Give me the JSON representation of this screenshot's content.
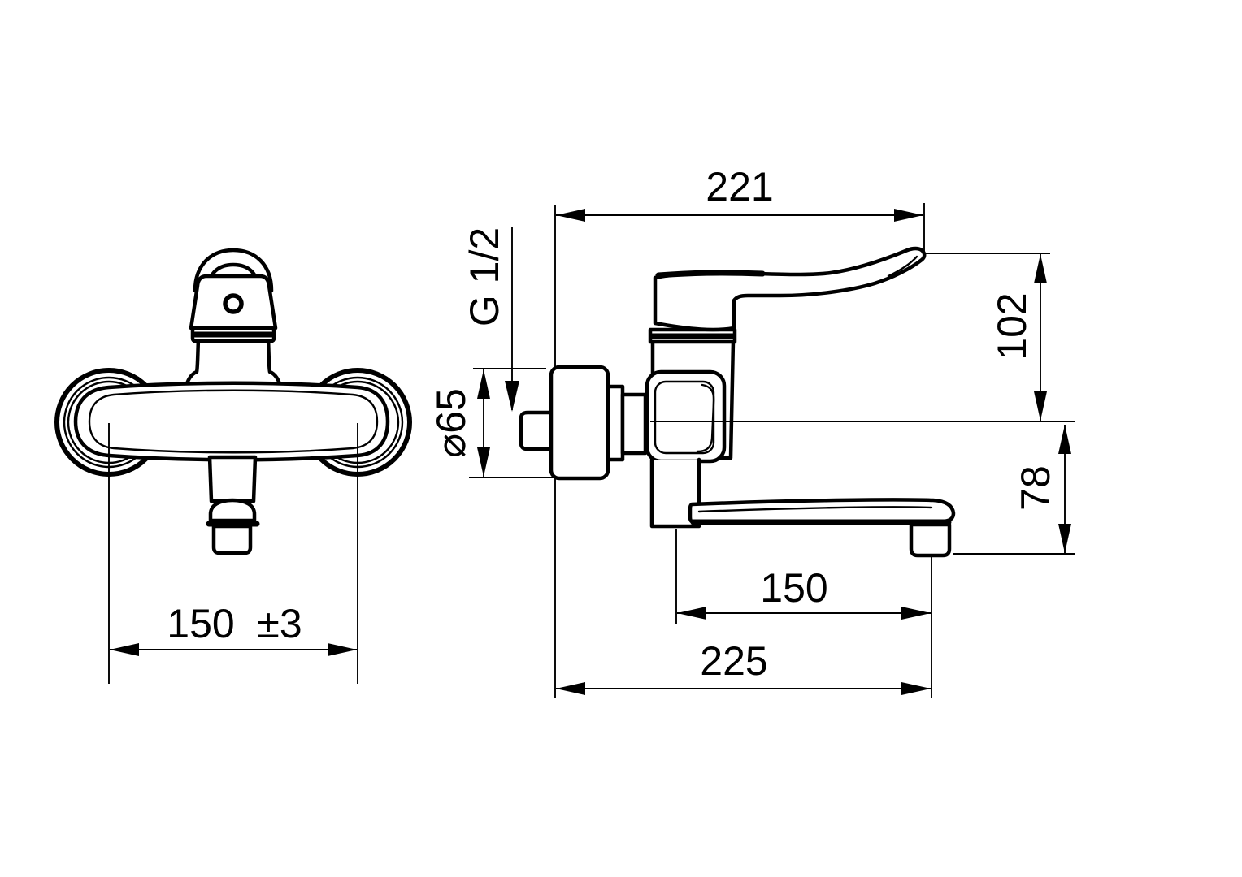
{
  "drawing": {
    "front": {
      "center_distance": "150",
      "center_distance_tolerance": "±3"
    },
    "side": {
      "reach_top": "221",
      "height_lever": "102",
      "drop_outlet": "78",
      "spout_projection": "150",
      "total_projection": "225",
      "thread_label": "G 1/2",
      "flange_diameter": "⌀65"
    },
    "colors": {
      "line": "#000000",
      "background": "#ffffff"
    }
  }
}
